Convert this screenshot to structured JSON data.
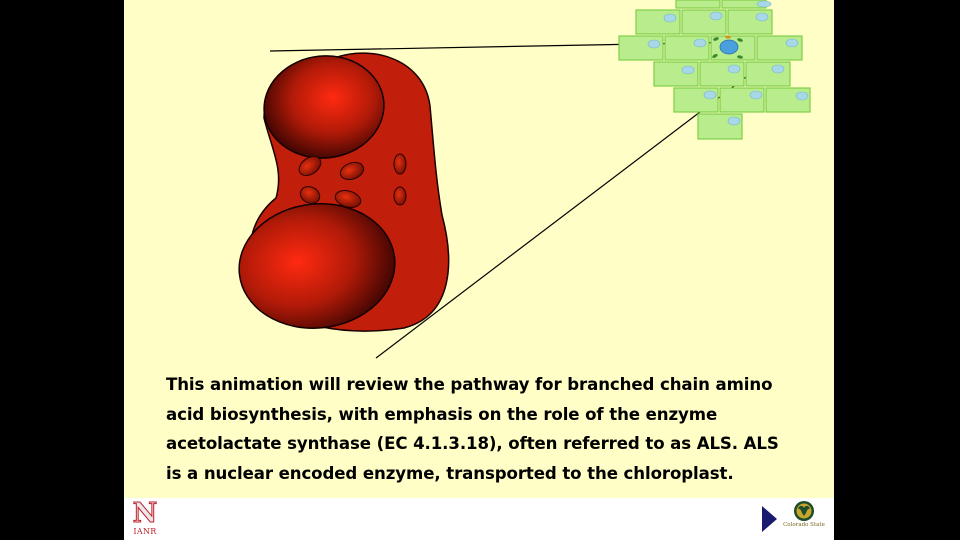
{
  "caption": {
    "lines": [
      "This animation will review the pathway for branched chain amino",
      "acid biosynthesis, with emphasis on the role of the enzyme",
      "acetolactate synthase (EC 4.1.3.18), often referred to as ALS.  ALS",
      "is a nuclear encoded enzyme, transported to the chloroplast."
    ]
  },
  "footer": {
    "left_logo": {
      "icon": "unl-n-logo",
      "letter": "N",
      "text": "IANR",
      "color": "#c0202c"
    },
    "next_button": {
      "icon": "play-triangle-icon",
      "color": "#1a1a6e"
    },
    "right_logo": {
      "icon": "csu-ram-seal",
      "text": "Colorado State"
    }
  },
  "colors": {
    "background": "#fefec6",
    "enzyme": "#c4200c",
    "leaf_cell": "#b9ec8c",
    "leaf_cell_border": "#7fcf4a",
    "chloroplast": "#a8d8e8"
  }
}
